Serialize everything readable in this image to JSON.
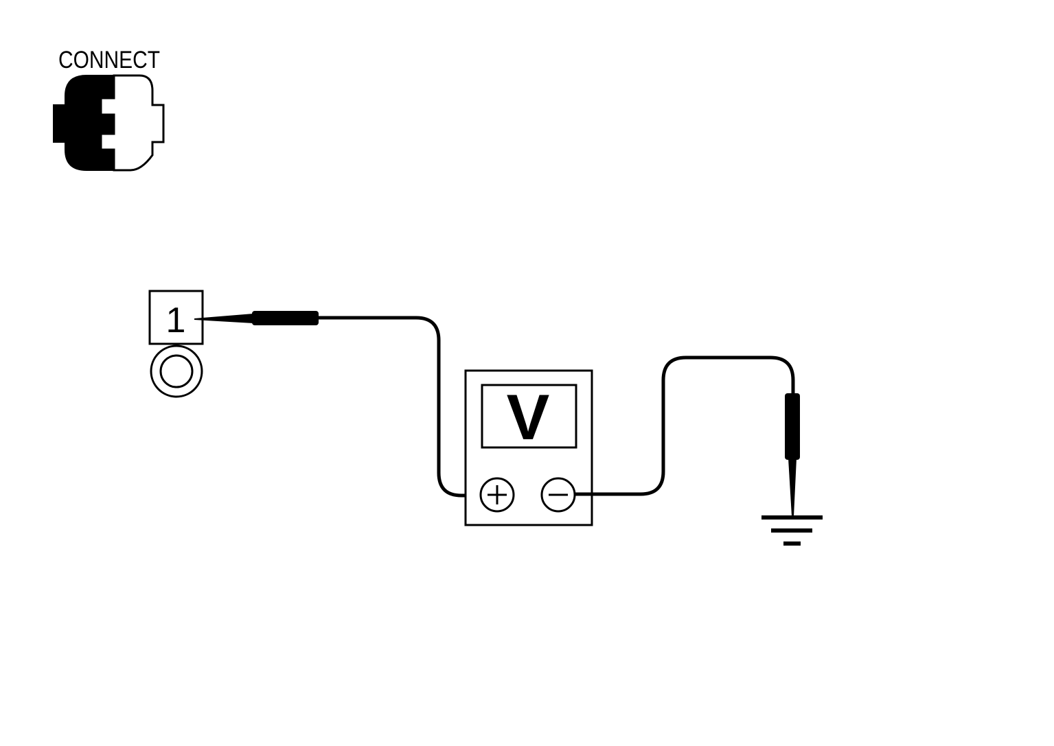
{
  "connector": {
    "label": "CONNECT",
    "icon": "connector-connected-icon"
  },
  "terminal": {
    "number": "1",
    "icon": "terminal-socket-icon"
  },
  "meter": {
    "label": "V",
    "positive_symbol": "plus-icon",
    "negative_symbol": "minus-icon"
  },
  "ground": {
    "icon": "ground-symbol-icon"
  }
}
